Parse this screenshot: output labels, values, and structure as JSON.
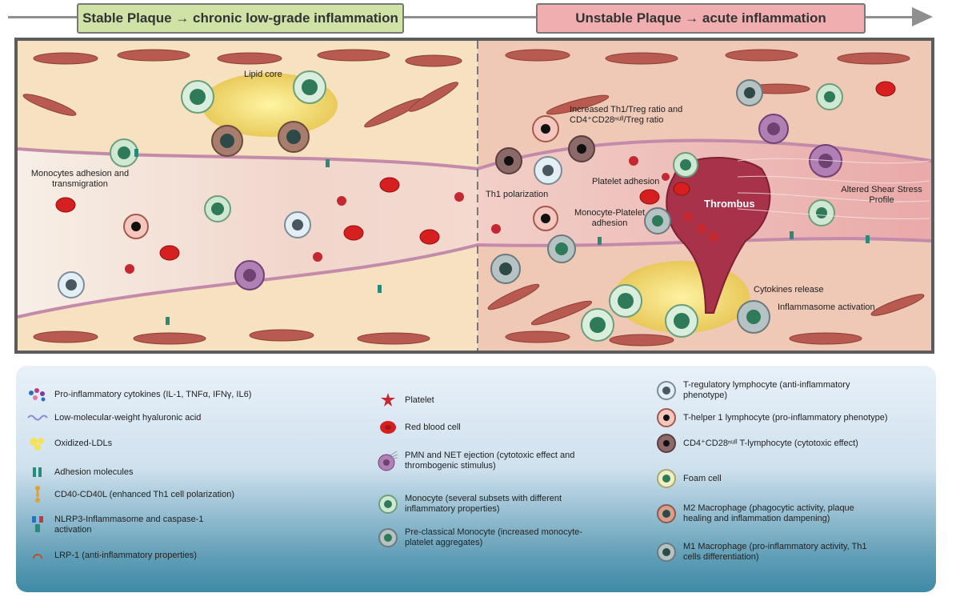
{
  "phases": {
    "stable": "Stable Plaque → chronic low-grade  inflammation",
    "unstable": "Unstable Plaque → acute inflammation"
  },
  "labels": {
    "lipid_core": "Lipid core",
    "monocyte_adhesion_1": "Monocytes adhesion and",
    "monocyte_adhesion_2": "transmigration",
    "th1_treg_1": "Increased Th1/Treg ratio and",
    "th1_treg_2": "CD4⁺CD28ⁿᵘˡˡ/Treg ratio",
    "th1_polarization": "Th1 polarization",
    "platelet_adhesion": "Platelet adhesion",
    "monocyte_platelet_1": "Monocyte-Platelet",
    "monocyte_platelet_2": "adhesion",
    "thrombus": "Thrombus",
    "shear_1": "Altered Shear Stress",
    "shear_2": "Profile",
    "cytokines_release": "Cytokines release",
    "inflammasome": "Inflammasome activation"
  },
  "legend": {
    "col1": [
      {
        "icon": "cytokines-icon",
        "text": "Pro-inflammatory cytokines  (IL-1, TNFα, IFNγ, IL6)"
      },
      {
        "icon": "hyaluronic-acid-icon",
        "text": "Low-molecular-weight hyaluronic acid"
      },
      {
        "icon": "oxidized-ldl-icon",
        "text": "Oxidized-LDLs"
      },
      {
        "icon": "adhesion-molecule-icon",
        "text": "Adhesion molecules"
      },
      {
        "icon": "cd40-icon",
        "text": "CD40-CD40L (enhanced Th1 cell polarization)"
      },
      {
        "icon": "nlrp3-icon",
        "text": "NLRP3-Inflammasome and caspase-1 activation"
      },
      {
        "icon": "lrp1-icon",
        "text": "LRP-1 (anti-inflammatory properties)"
      }
    ],
    "col2": [
      {
        "icon": "platelet-icon",
        "text": "Platelet"
      },
      {
        "icon": "red-blood-cell-icon",
        "text": "Red blood cell"
      },
      {
        "icon": "pmn-net-icon",
        "text": "PMN and NET ejection (cytotoxic effect and thrombogenic stimulus)"
      },
      {
        "icon": "monocyte-icon",
        "text": "Monocyte (several subsets with different inflammatory properties)"
      },
      {
        "icon": "pre-classical-monocyte-icon",
        "text": "Pre-classical Monocyte (increased monocyte-platelet aggregates)"
      }
    ],
    "col3": [
      {
        "icon": "treg-icon",
        "text": "T-regulatory lymphocyte (anti-inflammatory phenotype)"
      },
      {
        "icon": "th1-icon",
        "text": "T-helper 1 lymphocyte (pro-inflammatory phenotype)"
      },
      {
        "icon": "cd28null-icon",
        "text": "CD4⁺CD28ⁿᵘˡˡ T-lymphocyte (cytotoxic effect)"
      },
      {
        "icon": "foam-cell-icon",
        "text": "Foam cell"
      },
      {
        "icon": "m2-macrophage-icon",
        "text": "M2 Macrophage (phagocytic activity, plaque healing and inflammation dampening)"
      },
      {
        "icon": "m1-macrophage-icon",
        "text": "M1 Macrophage (pro-inflammatory activity, Th1 cells differentiation)"
      }
    ]
  }
}
